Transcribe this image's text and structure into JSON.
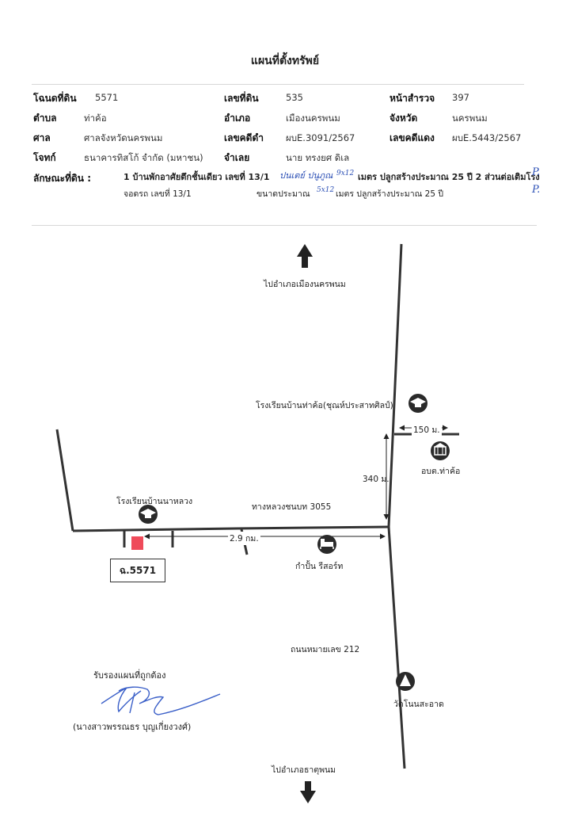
{
  "title": "แผนที่ตั้งทรัพย์",
  "info": {
    "row1": [
      {
        "label": "โฉนดที่ดิน",
        "value": "5571"
      },
      {
        "label": "เลขที่ดิน",
        "value": "535"
      },
      {
        "label": "หน้าสำรวจ",
        "value": "397"
      }
    ],
    "row2": [
      {
        "label": "ตำบล",
        "value": "ท่าค้อ"
      },
      {
        "label": "อำเภอ",
        "value": "เมืองนครพนม"
      },
      {
        "label": "จังหวัด",
        "value": "นครพนม"
      }
    ],
    "row3": [
      {
        "label": "ศาล",
        "value": "ศาลจังหวัดนครพนม"
      },
      {
        "label": "เลขคดีดำ",
        "value": "ผบE.3091/2567"
      },
      {
        "label": "เลขคดีแดง",
        "value": "ผบE.5443/2567"
      }
    ],
    "row4": [
      {
        "label": "โจทก์",
        "value": "ธนาคารทิสโก้ จำกัด (มหาชน)"
      },
      {
        "label": "จำเลย",
        "value": "นาย ทรงยศ ดิเล"
      }
    ],
    "land_label": "ลักษณะที่ดิน :",
    "land_line1": "1 บ้านพักอาศัยตึกชั้นเดียว เลขที่ 13/1",
    "land_line1_hand": "ปนเตย์ ปนูภูณ",
    "land_line1_size": "9x12",
    "land_line1_rest": "เมตร ปลูกสร้างประมาณ 25 ปี 2 ส่วนต่อเติมโรง",
    "land_line2": "จอดรถ เลขที่ 13/1",
    "land_line2_size": "5x12",
    "land_line2_rest": "ขนาดประมาณ",
    "land_line2_end": "เมตร ปลูกสร้างประมาณ 25 ปี",
    "initial1": "P.",
    "initial2": "P."
  },
  "map": {
    "to_north": "ไปอำเภอเมืองนครพนม",
    "to_south": "ไปอำเภอธาตุพนม",
    "school_right": "โรงเรียนบ้านท่าค้อ(ชุณห์ประสาทศิลป์)",
    "school_left": "โรงเรียนบ้านนาหลวง",
    "dist_150": "150 ม.",
    "dist_340": "340 ม.",
    "dist_29": "2.9 กม.",
    "tao_office": "อบต.ท่าค้อ",
    "rural_road": "ทางหลวงชนบท 3055",
    "resort": "กำปั้น รีสอร์ท",
    "highway": "ถนนหมายเลข 212",
    "temple": "วัดโนนสะอาด",
    "deed_box": "ฉ.5571",
    "property_color": "#ef4b5a"
  },
  "signature": {
    "certify": "รับรองแผนที่ถูกต้อง",
    "name": "(นางสาวพรรณธร บุญเกี่ยงวงศ์)"
  }
}
